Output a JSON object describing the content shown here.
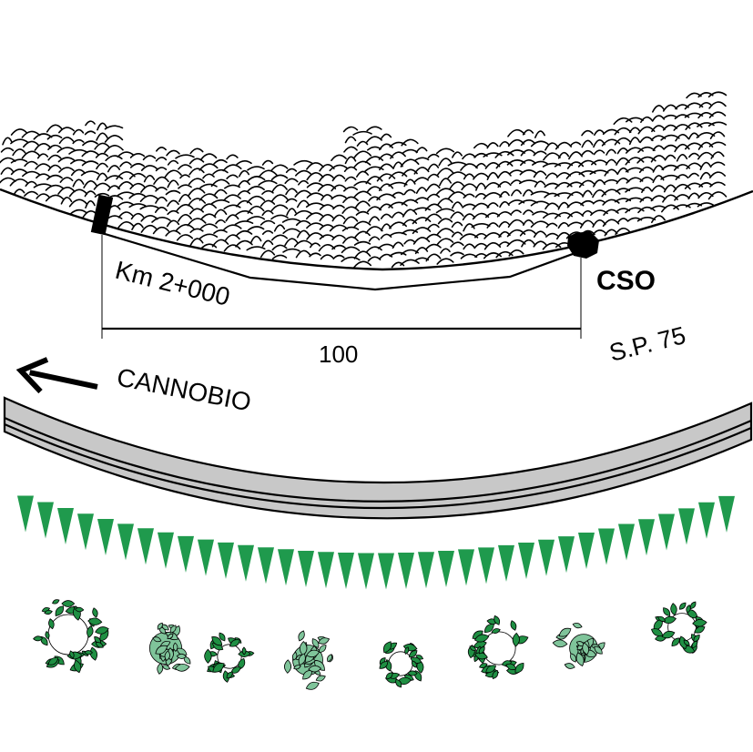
{
  "labels": {
    "chainage": "Km 2+000",
    "station": "CSO",
    "dimension": "100",
    "road": "S.P. 75",
    "direction": "CANNOBIO"
  },
  "colors": {
    "road_fill": "#c8c8c8",
    "hedge": "#1f9a4d",
    "tree_dark": "#1f8f43",
    "tree_light": "#7fc49a",
    "ink": "#000000"
  },
  "icons": {
    "direction": "arrow-left-icon",
    "marker_left": "rectangular-marker-icon",
    "marker_right": "octagon-marker-icon"
  }
}
